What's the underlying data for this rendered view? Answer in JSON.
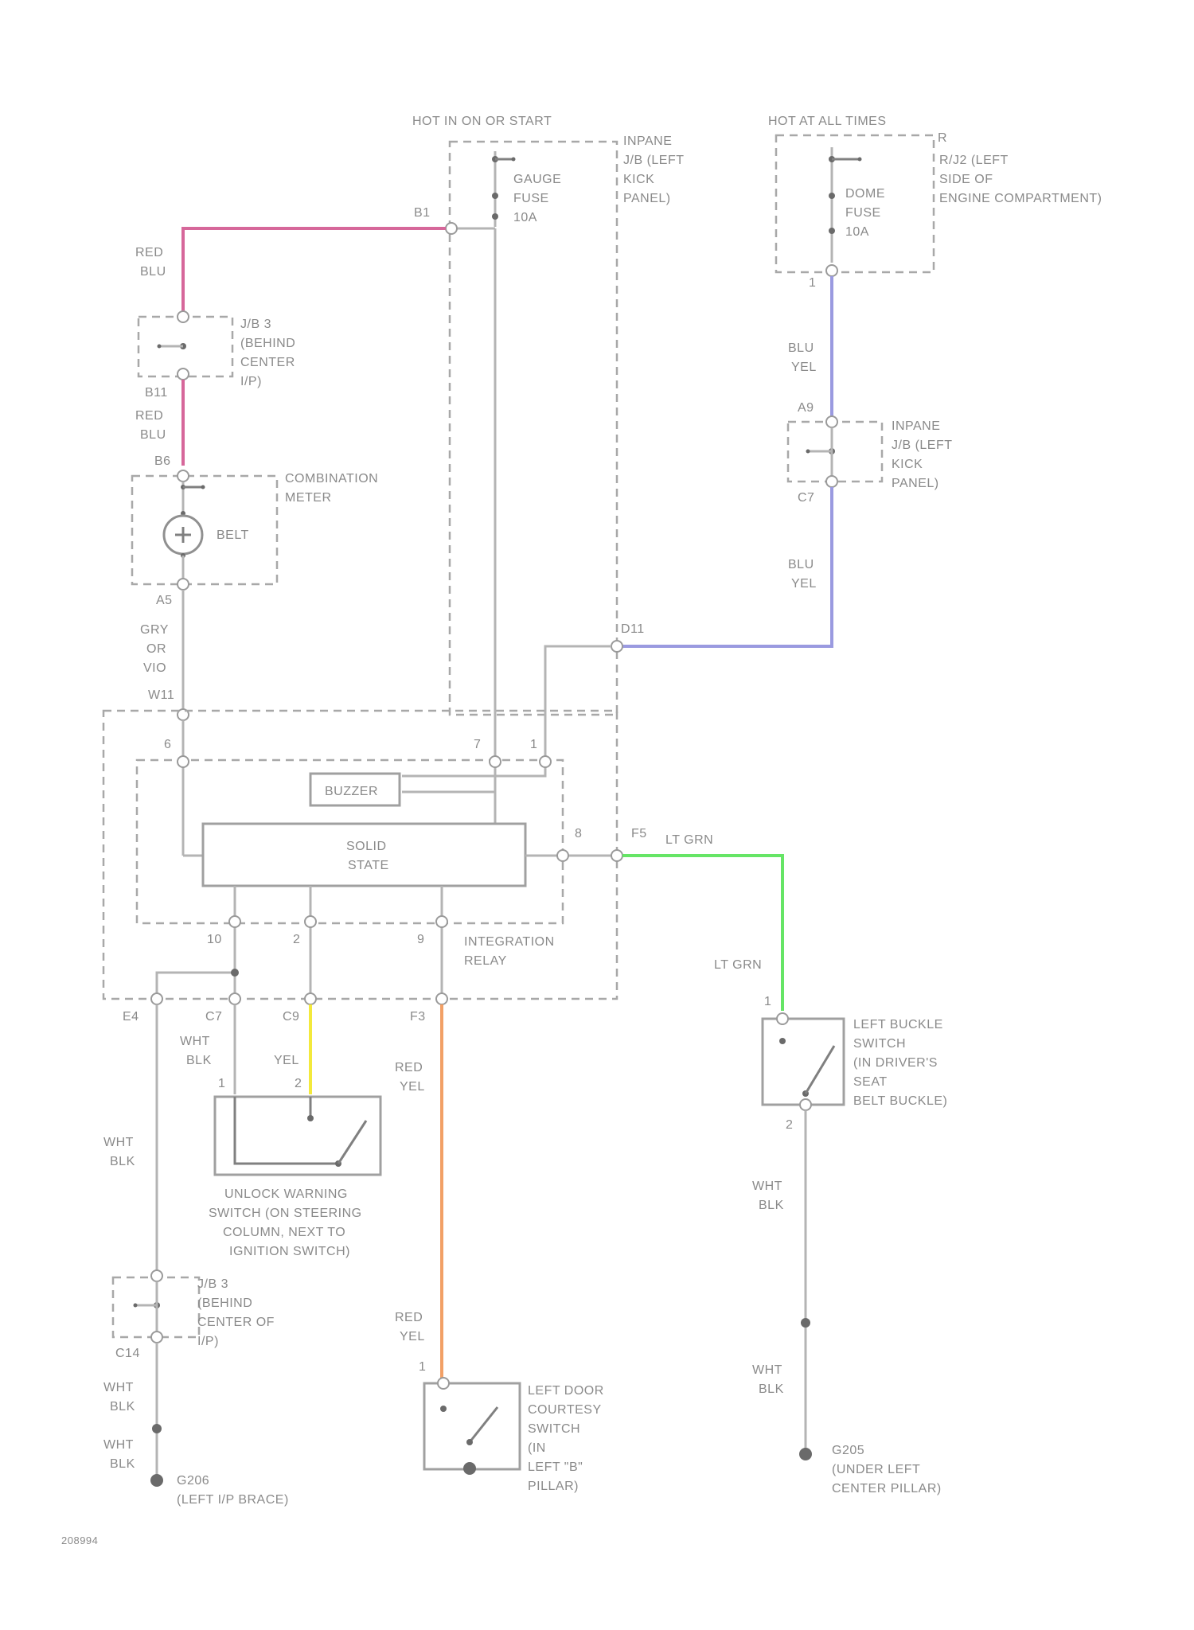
{
  "sources": {
    "hot_ign": "HOT IN ON OR START",
    "hot_all": "HOT AT ALL TIMES"
  },
  "fuse_box_1": {
    "label": [
      "INPANE",
      "J/B (LEFT",
      "KICK",
      "PANEL)"
    ],
    "fuse": [
      "GAUGE",
      "FUSE",
      "10A"
    ],
    "pin": "B1"
  },
  "fuse_box_2": {
    "label": [
      "R/J2 (LEFT",
      "SIDE OF",
      "ENGINE COMPARTMENT)"
    ],
    "fuse": [
      "DOME",
      "FUSE",
      "10A"
    ],
    "ref": "R",
    "pin": "1"
  },
  "jb3_upper": {
    "label": [
      "J/B 3",
      "(BEHIND",
      "CENTER",
      "I/P)"
    ],
    "pin_bottom": "B11"
  },
  "combination_meter": {
    "label": [
      "COMBINATION",
      "METER"
    ],
    "lamp": "BELT",
    "pin_top": "B6",
    "pin_bottom": "A5"
  },
  "inpane_jb_lower": {
    "label": [
      "INPANE",
      "J/B (LEFT",
      "KICK",
      "PANEL)"
    ],
    "pin_top": "A9",
    "pin_bottom": "C7"
  },
  "integration_relay": {
    "label": [
      "INTEGRATION",
      "RELAY"
    ],
    "buzzer": "BUZZER",
    "solid_state": [
      "SOLID",
      "STATE"
    ],
    "pins": {
      "p6": "6",
      "p7": "7",
      "p1": "1",
      "p8": "8",
      "p10": "10",
      "p2": "2",
      "p9": "9"
    },
    "connectors": {
      "w11": "W11",
      "d11": "D11",
      "f5": "F5",
      "e4": "E4",
      "c7": "C7",
      "c9": "C9",
      "f3": "F3"
    }
  },
  "wire_colors": {
    "red_blu": [
      "RED",
      "BLU"
    ],
    "blu_yel": [
      "BLU",
      "YEL"
    ],
    "gry_or_vio": [
      "GRY",
      "OR",
      "VIO"
    ],
    "lt_grn": "LT GRN",
    "wht_blk": [
      "WHT",
      "BLK"
    ],
    "yel": "YEL",
    "red_yel": [
      "RED",
      "YEL"
    ]
  },
  "unlock_switch": {
    "label": [
      "UNLOCK WARNING",
      "SWITCH (ON STEERING",
      "COLUMN, NEXT TO",
      "IGNITION SWITCH)"
    ],
    "pin1": "1",
    "pin2": "2"
  },
  "left_buckle_switch": {
    "label": [
      "LEFT BUCKLE",
      "SWITCH",
      "(IN DRIVER'S",
      "SEAT",
      "BELT BUCKLE)"
    ],
    "pin_top": "1",
    "pin_bottom": "2"
  },
  "jb3_lower": {
    "label": [
      "J/B 3",
      "(BEHIND",
      "CENTER OF",
      "I/P)"
    ],
    "pin_bottom": "C14"
  },
  "door_switch": {
    "label": [
      "LEFT DOOR",
      "COURTESY",
      "SWITCH",
      "(IN",
      "LEFT \"B\"",
      "PILLAR)"
    ],
    "pin": "1"
  },
  "grounds": {
    "g1": [
      "G206",
      "(LEFT I/P BRACE)"
    ],
    "g2": [
      "G205",
      "(UNDER LEFT",
      "CENTER PILLAR)"
    ]
  },
  "figure_id": "208994"
}
